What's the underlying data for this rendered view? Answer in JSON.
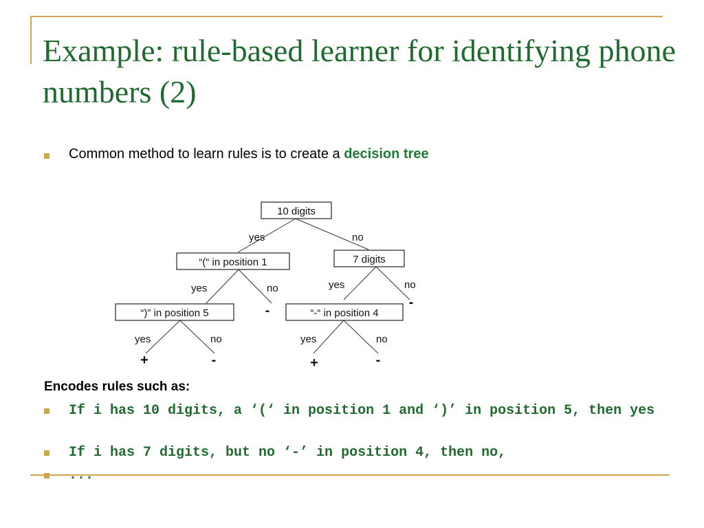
{
  "title": "Example: rule-based learner for identifying phone numbers (2)",
  "bullets": {
    "intro_text": "Common method to learn rules is to create a ",
    "intro_highlight": "decision tree"
  },
  "tree": {
    "nodes": {
      "root": "10 digits",
      "paren_open": "“(“ in position 1",
      "seven_digits": "7 digits",
      "paren_close": "“)” in position 5",
      "dash_pos4": "“-“ in position 4"
    },
    "edge_labels": {
      "root_yes": "yes",
      "root_no": "no",
      "paren_open_yes": "yes",
      "paren_open_no": "no",
      "seven_yes": "yes",
      "seven_no": "no",
      "paren_close_yes": "yes",
      "paren_close_no": "no",
      "dash_yes": "yes",
      "dash_no": "no"
    },
    "leaves": {
      "paren_open_no": "-",
      "seven_no": "-",
      "paren_close_yes": "+",
      "paren_close_no": "-",
      "dash_yes": "+",
      "dash_no": "-"
    }
  },
  "encodes_heading": "Encodes rules such as:",
  "rules": [
    "If i has 10 digits, a ‘(‘ in position 1 and ‘)’ in position 5, then yes",
    "If i has 7 digits, but no ‘-’ in position 4, then no,",
    "..."
  ],
  "colors": {
    "title": "#1f6b2f",
    "accent_line": "#d4a44c",
    "bullet": "#c8a84a",
    "highlight": "#1e7a36"
  }
}
